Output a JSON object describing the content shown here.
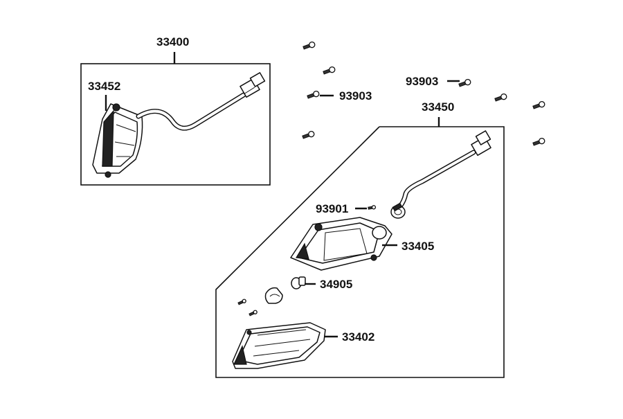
{
  "labels": {
    "assembly_left": "33400",
    "lamp_left": "33452",
    "screw_label_right": "93903",
    "screw_label_top": "93903",
    "assembly_right": "33450",
    "screw_small": "93901",
    "lamp_housing": "33405",
    "bulb": "34905",
    "lens": "33402"
  },
  "icons": {
    "screw": "screw-icon",
    "connector": "connector-icon",
    "bulb": "bulb-icon",
    "socket": "socket-icon",
    "lens": "lens-icon",
    "lamp": "turn-signal-lamp-icon"
  }
}
